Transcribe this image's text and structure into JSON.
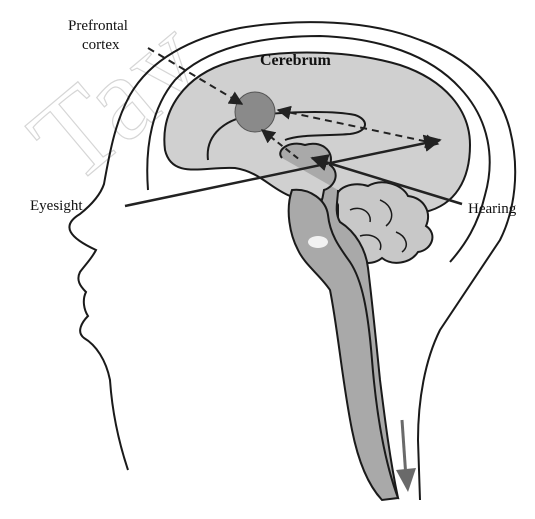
{
  "labels": {
    "prefrontal_line1": "Prefrontal",
    "prefrontal_line2": "cortex",
    "cerebrum": "Cerebrum",
    "eyesight": "Eyesight",
    "hearing": "Hearing"
  },
  "watermark": "Tay",
  "colors": {
    "brain_fill": "#d0d0d0",
    "brainstem_fill": "#a9a9a9",
    "prefrontal_blob": "#8a8a8a",
    "outline": "#1a1a1a",
    "arrow": "#222222"
  }
}
